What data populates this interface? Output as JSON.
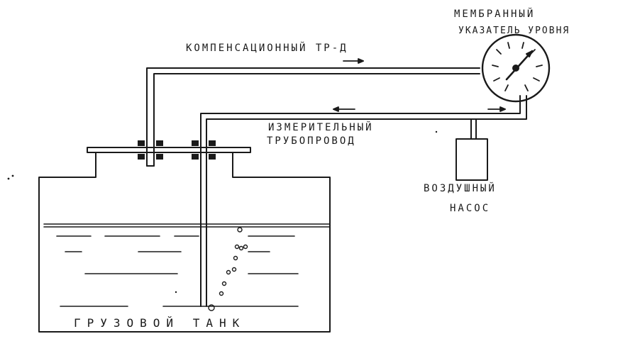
{
  "labels": {
    "gauge_line1": "МЕМБРАННЫЙ",
    "gauge_line2": "УКАЗАТЕЛЬ УРОВНЯ",
    "compensation_pipe": "КОМПЕНСАЦИОННЫЙ ТР-Д",
    "measuring_pipe_line1": "ИЗМЕРИТЕЛЬНЫЙ",
    "measuring_pipe_line2": "ТРУБОПРОВОД",
    "air_pump_line1": "ВОЗДУШНЫЙ",
    "air_pump_line2": "НАСОС",
    "cargo_tank": "ГРУЗОВОЙ ТАНК"
  },
  "colors": {
    "ink": "#1a1a1a",
    "paper": "#ffffff"
  },
  "components": {
    "gauge_icon": "dial-gauge",
    "pump_icon": "box",
    "flow_arrows": [
      "arrow-right",
      "arrow-left",
      "arrow-right"
    ]
  }
}
